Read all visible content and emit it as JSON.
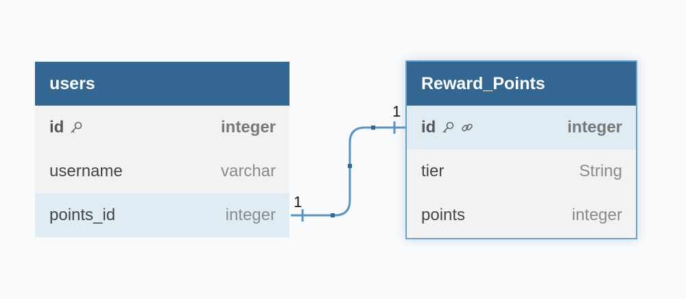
{
  "tables": {
    "users": {
      "title": "users",
      "columns": [
        {
          "name": "id",
          "type": "integer",
          "primary_key": true
        },
        {
          "name": "username",
          "type": "varchar"
        },
        {
          "name": "points_id",
          "type": "integer"
        }
      ]
    },
    "reward_points": {
      "title": "Reward_Points",
      "columns": [
        {
          "name": "id",
          "type": "integer",
          "primary_key": true
        },
        {
          "name": "tier",
          "type": "String"
        },
        {
          "name": "points",
          "type": "integer"
        }
      ]
    }
  },
  "relationship": {
    "from_cardinality": "1",
    "to_cardinality": "1"
  },
  "colors": {
    "header": "#336791",
    "connector": "#5b93c2",
    "highlight_row": "#e0ecf4",
    "selected_border": "#6aa0cc"
  }
}
